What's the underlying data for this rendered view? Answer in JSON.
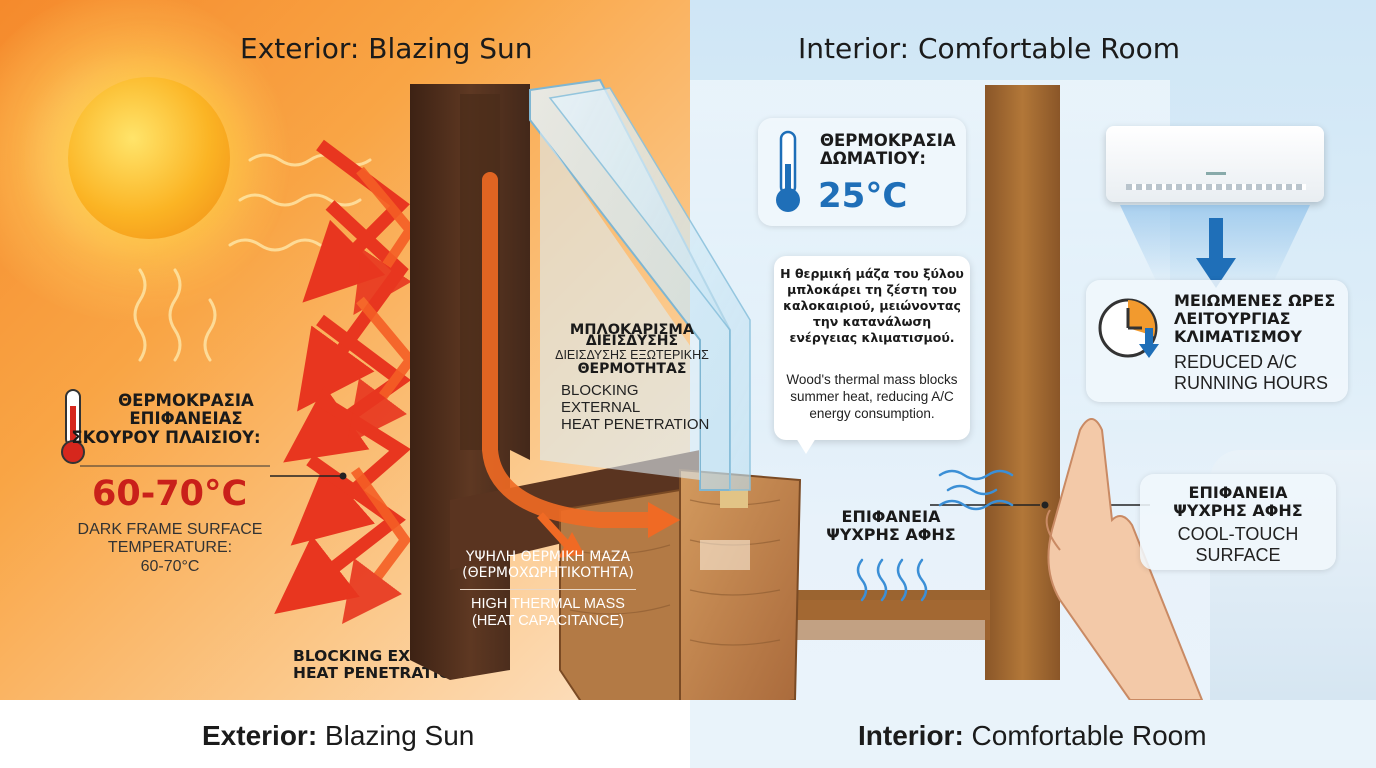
{
  "exterior": {
    "title_top": "Exterior: Blazing Sun",
    "title_bottom_bold": "Exterior:",
    "title_bottom_rest": " Blazing Sun",
    "surface_temp": {
      "label_gr_1": "ΘΕΡΜΟΚΡΑΣΙΑ",
      "label_gr_2": "ΕΠΙΦΑΝΕΙΑΣ",
      "label_gr_3": "ΣΚΟΥΡΟΥ ΠΛΑΙΣΙΟΥ:",
      "value": "60-70°C",
      "label_en_1": "DARK FRAME SURFACE",
      "label_en_2": "TEMPERATURE:",
      "label_en_3": "60-70°C"
    },
    "blocking_en_1": "BLOCKING EXTERNAL",
    "blocking_en_2": "HEAT PENETRATION"
  },
  "frame": {
    "blocking_gr_1": "ΜΠΛΟΚΑΡΙΣΜΑ",
    "blocking_gr_2": "ΔΙΕΙΣΔΥΣΗΣ",
    "blocking_gr_3": "ΔΙΕΙΣΔΥΣΗΣ ΕΞΩΤΕΡΙΚΗΣ",
    "blocking_gr_4": "ΘΕΡΜΟΤΗΤΑΣ",
    "blocking_en_1": "BLOCKING EXTERNAL",
    "blocking_en_2": "HEAT PENETRATION",
    "mass_gr_1": "ΥΨΗΛΗ ΘΕΡΜΙΚΗ ΜΑΖΑ",
    "mass_gr_2": "(ΘΕΡΜΟΧΩΡΗΤΙΚΟΤΗΤΑ)",
    "mass_en_1": "HIGH THERMAL MASS",
    "mass_en_2": "(HEAT CAPACITANCE)"
  },
  "interior": {
    "title_top": "Interior: Comfortable Room",
    "title_bottom_bold": "Interior:",
    "title_bottom_rest": " Comfortable Room",
    "room_temp": {
      "label_1": "ΘΕΡΜΟΚΡΑΣΙΑ",
      "label_2": "ΔΩΜΑΤΙΟΥ:",
      "value": "25°C"
    },
    "bubble": {
      "gr_1": "Η θερμική μάζα του ξύλου",
      "gr_2": "μπλοκάρει τη ζέστη του",
      "gr_3": "καλοκαιριού, μειώνοντας",
      "gr_4": "την κατανάλωση",
      "gr_5": "ενέργειας κλιματισμού.",
      "en_1": "Wood's thermal mass blocks",
      "en_2": "summer heat, reducing A/C",
      "en_3": "energy consumption."
    },
    "ac_hours": {
      "gr_1": "ΜΕΙΩΜΕΝΕΣ ΩΡΕΣ",
      "gr_2": "ΛΕΙΤΟΥΡΓΙΑΣ",
      "gr_3": "ΚΛΙΜΑΤΙΣΜΟΥ",
      "en_1": "REDUCED A/C",
      "en_2": "RUNNING HOURS"
    },
    "cool_center": {
      "gr_1": "ΕΠΙΦΑΝΕΙΑ",
      "gr_2": "ΨΥΧΡΗΣ ΑΦΗΣ"
    },
    "cool_card": {
      "gr_1": "ΕΠΙΦΑΝΕΙΑ",
      "gr_2": "ΨΥΧΡΗΣ ΑΦΗΣ",
      "en_1": "COOL-TOUCH",
      "en_2": "SURFACE"
    }
  },
  "colors": {
    "accent_blue": "#1f6fb8",
    "heat_red": "#d6271d",
    "wood_dark": "#5a3420",
    "wood_light": "#a86a34"
  }
}
